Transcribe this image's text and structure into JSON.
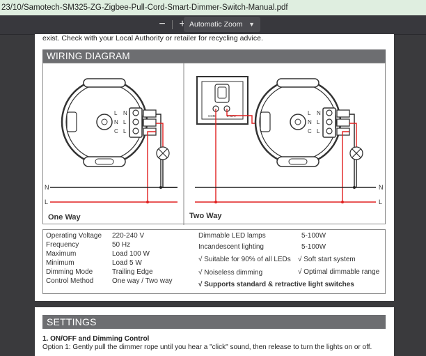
{
  "browser": {
    "url_text": "23/10/Samotech-SM325-ZG-Zigbee-Pull-Cord-Smart-Dimmer-Switch-Manual.pdf",
    "zoom_out": "−",
    "zoom_in": "+",
    "zoom_level": "Automatic Zoom"
  },
  "page1": {
    "top_line": "exist. Check with your Local Authority or retailer for recycling advice.",
    "section_title": "WIRING DIAGRAM",
    "diagram": {
      "terminal_labels": [
        "N",
        "L",
        "L"
      ],
      "terminal_side": [
        "L",
        "N",
        "C"
      ],
      "line_labels": {
        "neutral": "N",
        "live": "L"
      },
      "pullcord_labels": {
        "com": "COM",
        "way": "2 WAY"
      },
      "caption_one": "One Way",
      "caption_two": "Two Way"
    },
    "specs": [
      {
        "label": "Operating Voltage",
        "value": "220-240 V"
      },
      {
        "label": "Frequency",
        "value": "50 Hz"
      },
      {
        "label": "Maximum",
        "value": "Load  100 W"
      },
      {
        "label": "Minimum",
        "value": "Load 5 W"
      },
      {
        "label": "Dimming Mode",
        "value": "Trailing Edge"
      },
      {
        "label": "Control Method",
        "value": "One way / Two way"
      }
    ],
    "loads": [
      {
        "label": "Dimmable LED lamps",
        "value": "5-100W"
      },
      {
        "label": "Incandescent lighting",
        "value": "5-100W"
      }
    ],
    "features": [
      "√ Suitable for 90% of all LEDs",
      "√ Soft start system",
      "√ Noiseless dimming",
      "√ Optimal dimmable range",
      "√ Supports standard & retractive light switches"
    ]
  },
  "page2": {
    "section_title": "SETTINGS",
    "subtitle": "1. ON/OFF and Dimming Control",
    "text": "Option 1: Gently pull the dimmer rope until you hear a \"click\" sound, then release to turn the lights on or off."
  },
  "colors": {
    "wire_red": "#e02020",
    "header_gray": "#6d6e71"
  }
}
